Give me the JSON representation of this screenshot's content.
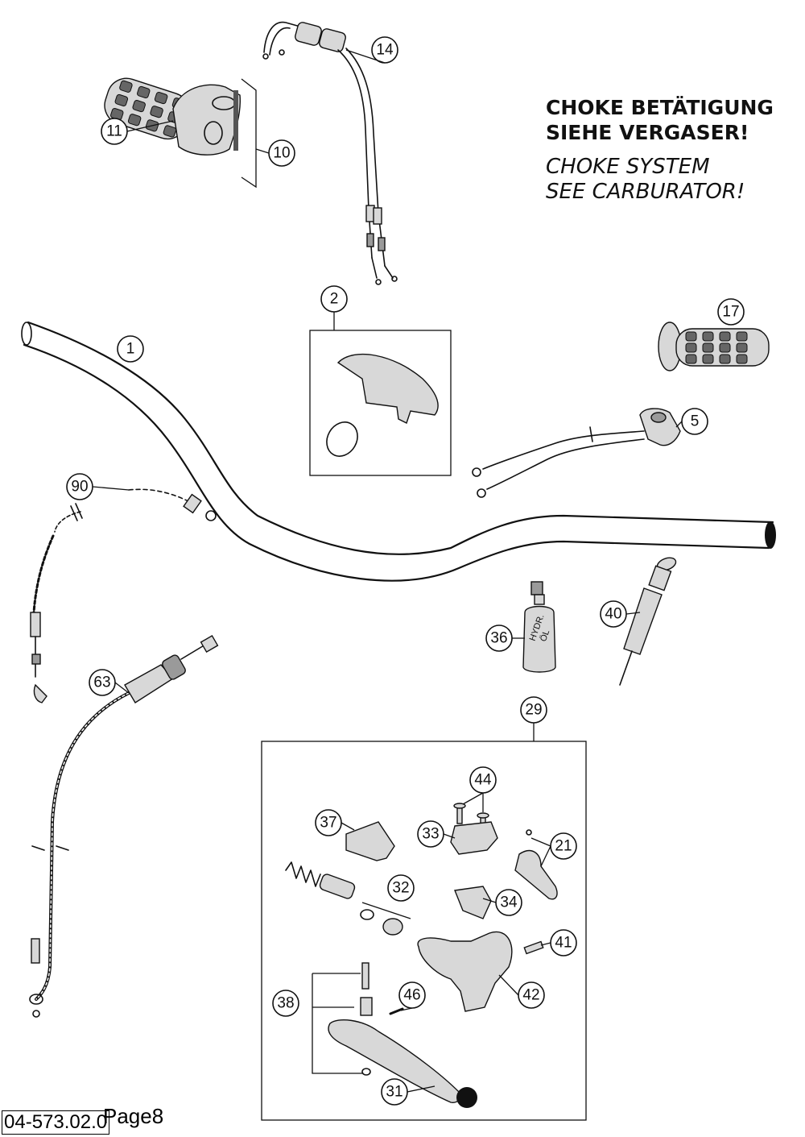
{
  "notes": {
    "de_line1": "CHOKE BETÄTIGUNG",
    "de_line2": "SIEHE VERGASER!",
    "en_line1": "CHOKE SYSTEM",
    "en_line2": "SEE CARBURATOR!"
  },
  "page_label": "Page8",
  "diagram_code": "04-573.02.0",
  "callouts": [
    "1",
    "2",
    "5",
    "10",
    "11",
    "14",
    "17",
    "21",
    "29",
    "31",
    "32",
    "33",
    "34",
    "36",
    "37",
    "38",
    "40",
    "41",
    "42",
    "44",
    "46",
    "63",
    "90"
  ],
  "bottle_label_1": "HYDR.",
  "bottle_label_2": "ÖL"
}
